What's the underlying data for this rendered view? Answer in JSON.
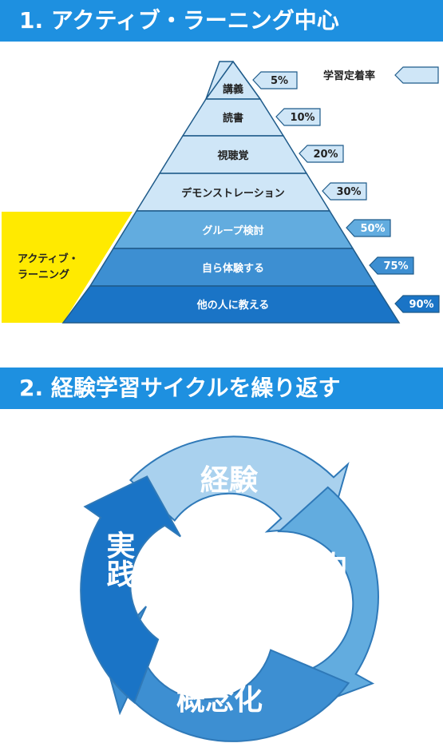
{
  "sections": {
    "s1_title": "1. アクティブ・ラーニング中心",
    "s2_title": "2. 経験学習サイクルを繰り返す"
  },
  "pyramid": {
    "legend_label": "学習定着率",
    "active_label_1": "アクティブ・",
    "active_label_2": "ラーニング",
    "levels": [
      {
        "label": "講義",
        "rate": "5%"
      },
      {
        "label": "読書",
        "rate": "10%"
      },
      {
        "label": "視聴覚",
        "rate": "20%"
      },
      {
        "label": "デモンストレーション",
        "rate": "30%"
      },
      {
        "label": "グループ検討",
        "rate": "50%"
      },
      {
        "label": "自ら体験する",
        "rate": "75%"
      },
      {
        "label": "他の人に教える",
        "rate": "90%"
      }
    ]
  },
  "cycle": {
    "experience": "経験",
    "reflection": "内省",
    "conceptualization": "概念化",
    "practice": "実践"
  },
  "colors": {
    "banner": "#1e90e0",
    "active_highlight": "#ffea00",
    "light_level": "#cfe6f7",
    "mid_level": "#62acdf",
    "mid2_level": "#3d8fd2",
    "dark_level": "#1a74c6"
  }
}
